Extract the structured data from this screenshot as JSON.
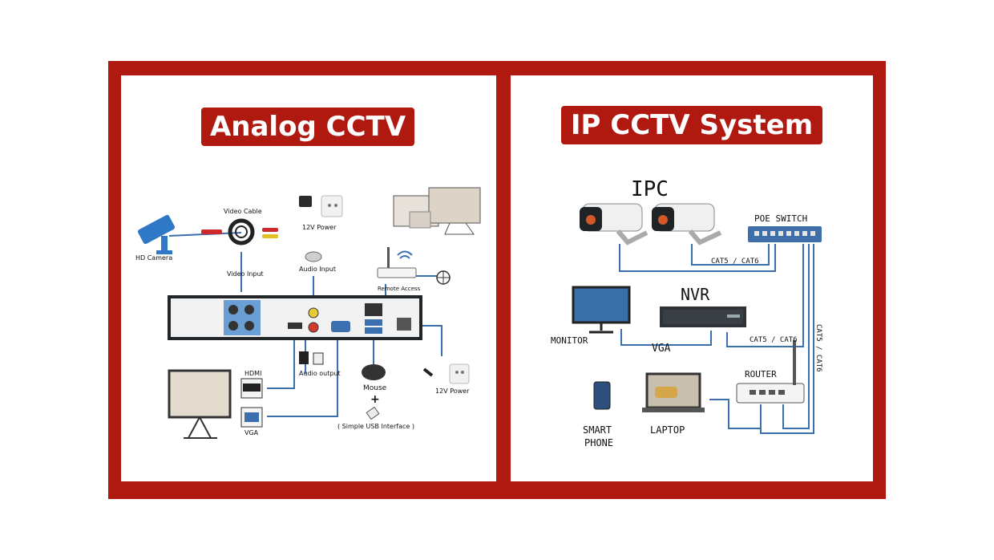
{
  "left": {
    "title": "Analog CCTV",
    "labels": {
      "camera": "HD Camera",
      "video_cable": "Video Cable",
      "power_top": "12V Power",
      "video_input": "Video Input",
      "audio_input": "Audio Input",
      "remote_access": "Remote Access",
      "hdmi": "HDMI",
      "audio_output": "Audio output",
      "vga": "VGA",
      "mouse": "Mouse",
      "plus": "+",
      "usb": "( Simple USB Interface )",
      "power_bottom": "12V Power"
    }
  },
  "right": {
    "title": "IP CCTV System",
    "labels": {
      "ipc": "IPC",
      "poe_switch": "POE SWITCH",
      "cat_top": "CAT5 / CAT6",
      "nvr": "NVR",
      "monitor": "MONITOR",
      "vga": "VGA",
      "cat_mid": "CAT5 / CAT6",
      "cat_vertical": "CAT5 / CAT6",
      "router": "ROUTER",
      "smart_phone_1": "SMART",
      "smart_phone_2": "PHONE",
      "laptop": "LAPTOP"
    }
  },
  "colors": {
    "frame": "#b0190f",
    "cable": "#3b6fb0",
    "device": "#2f3338"
  }
}
